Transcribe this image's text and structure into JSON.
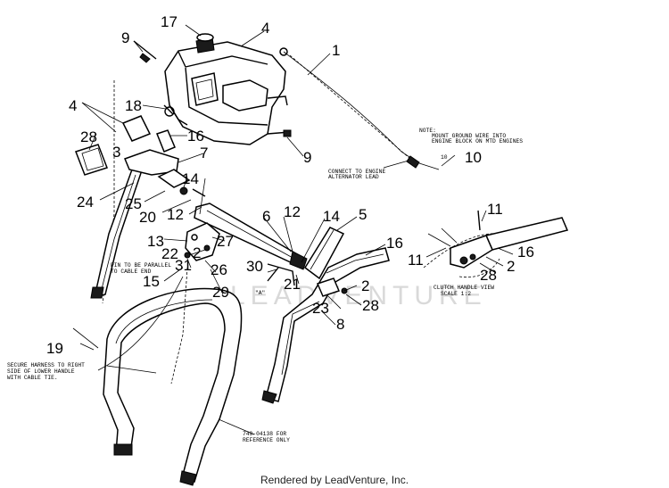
{
  "callouts": [
    "1",
    "2",
    "2",
    "2",
    "3",
    "4",
    "4",
    "5",
    "6",
    "7",
    "8",
    "9",
    "9",
    "10",
    "11",
    "11",
    "12",
    "12",
    "13",
    "14",
    "14",
    "15",
    "16",
    "16",
    "16",
    "17",
    "18",
    "19",
    "20",
    "21",
    "22",
    "23",
    "24",
    "25",
    "26",
    "27",
    "28",
    "28",
    "28",
    "29",
    "30",
    "31"
  ],
  "notes": {
    "ground_line1": "NOTE:",
    "ground_line2": "MOUNT GROUND WIRE INTO",
    "ground_line3": "ENGINE BLOCK ON MTD ENGINES",
    "connect_line1": "CONNECT TO ENGINE",
    "connect_line2": "ALTERNATOR LEAD",
    "wire_ref": "10",
    "pin_line1": "PIN TO BE PARALLEL",
    "pin_line2": "TO CABLE END",
    "view_a": "\"A\"",
    "clutch_line1": "CLUTCH HANDLE VIEW",
    "clutch_line2": "SCALE 1:2",
    "harness_line1": "SECURE HARNESS TO RIGHT",
    "harness_line2": "SIDE OF LOWER HANDLE",
    "harness_line3": "WITH CABLE TIE.",
    "ref_line1": "749-04138 FOR",
    "ref_line2": "REFERENCE ONLY"
  },
  "watermark": "LEADVENTURE",
  "footer": "Rendered by LeadVenture, Inc."
}
